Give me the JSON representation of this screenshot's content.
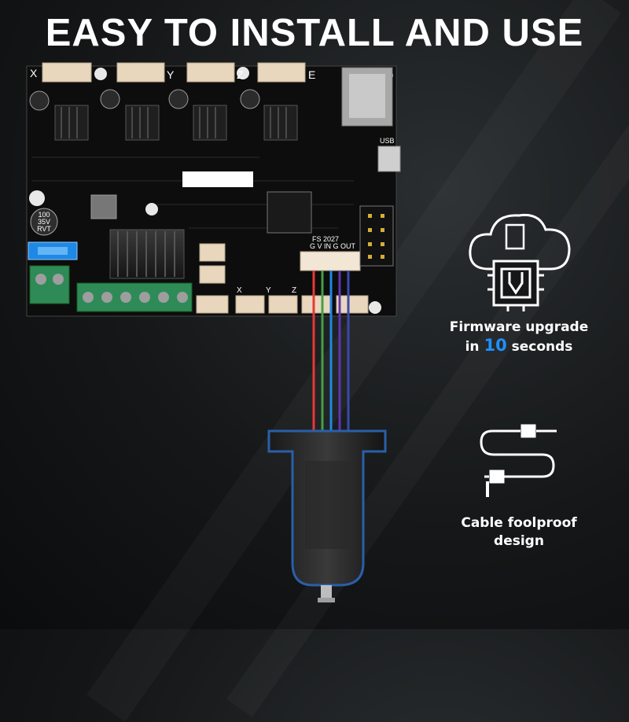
{
  "headline": "EASY TO INSTALL AND USE",
  "board": {
    "axis_labels": [
      "X",
      "Y",
      "Z",
      "E"
    ],
    "chip_text": "FS 2027",
    "connector_label": "G V IN G OUT",
    "usb_label": "USB",
    "capacitor_text": [
      "100",
      "35V",
      "RVT"
    ],
    "port_labels": [
      "X",
      "Y",
      "Z"
    ]
  },
  "features": [
    {
      "icon": "cloud-chip-upgrade-icon",
      "line1": "Firmware upgrade",
      "line2_prefix": "in ",
      "line2_highlight": "10",
      "line2_suffix": " seconds"
    },
    {
      "icon": "cable-plug-icon",
      "line1": "Cable foolproof",
      "line2": "design"
    }
  ],
  "colors": {
    "accent": "#1e90ff",
    "wire_red": "#e53935",
    "wire_green": "#43a047",
    "wire_blue": "#1e88e5",
    "wire_purple": "#5e35b1",
    "terminal_green": "#2e8b57"
  }
}
